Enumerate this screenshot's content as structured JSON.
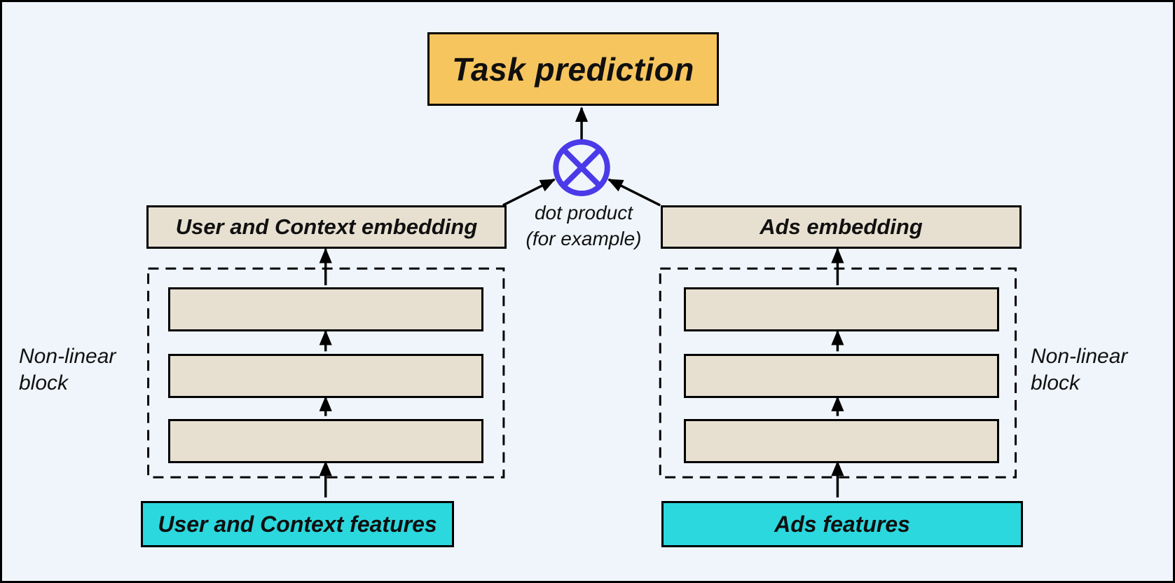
{
  "title": "Task prediction",
  "operator": {
    "icon": "circled-times-dot-product",
    "label": "dot product",
    "sublabel": "(for example)"
  },
  "left_tower": {
    "embedding_label": "User and Context embedding",
    "block_label": "Non-linear block",
    "features_label": "User and Context features",
    "layer_count": 3
  },
  "right_tower": {
    "embedding_label": "Ads embedding",
    "block_label": "Non-linear block",
    "features_label": "Ads features",
    "layer_count": 3
  },
  "colors": {
    "canvas-bg": "#F0F5FC",
    "task-box": "#F6C55E",
    "neutral-box": "#E7E0D1",
    "features-box": "#2BD8DE",
    "operator": "#4B3AE8",
    "line": "#000000"
  }
}
